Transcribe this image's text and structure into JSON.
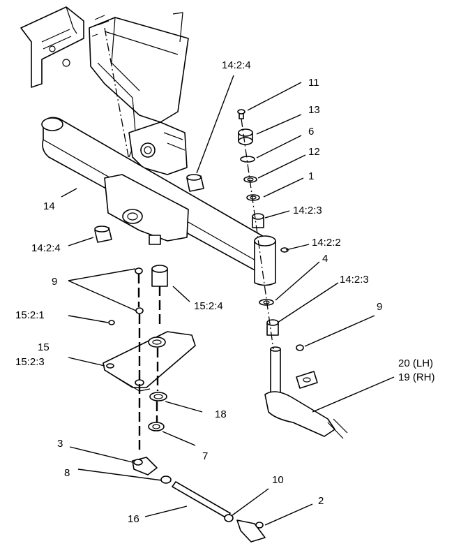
{
  "labels": {
    "l_14_2_4_top": "14:2:4",
    "l_11": "11",
    "l_13": "13",
    "l_6": "6",
    "l_12": "12",
    "l_1": "1",
    "l_14_2_3_a": "14:2:3",
    "l_14": "14",
    "l_14_2_2": "14:2:2",
    "l_14_2_4_left": "14:2:4",
    "l_4": "4",
    "l_9_left": "9",
    "l_14_2_3_b": "14:2:3",
    "l_15_2_4": "15:2:4",
    "l_9_right": "9",
    "l_15_2_1": "15:2:1",
    "l_15": "15",
    "l_15_2_3": "15:2:3",
    "l_20": "20 (LH)",
    "l_19": "19 (RH)",
    "l_18": "18",
    "l_7": "7",
    "l_3": "3",
    "l_8": "8",
    "l_10": "10",
    "l_2": "2",
    "l_16": "16"
  }
}
